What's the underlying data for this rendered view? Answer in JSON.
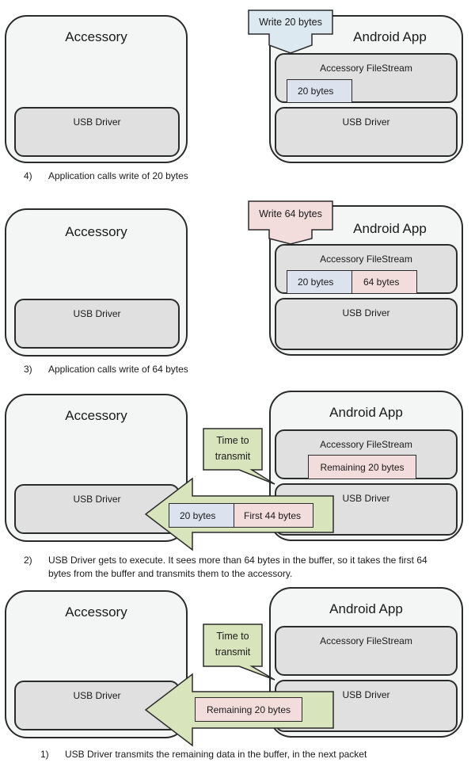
{
  "colors": {
    "outer_fill": "#f4f5f5",
    "inner_fill": "#e0e0e0",
    "write20_fill": "#dce9f0",
    "write64_fill": "#f3dcdc",
    "callout_fill": "#d8e4bc",
    "arrow_fill": "#d8e4bc",
    "chunk_blue": "#dde3ee",
    "chunk_pink": "#f3dcdc",
    "stroke": "#2b2b2b"
  },
  "panels": [
    {
      "step": "4)",
      "caption": "Application calls write of 20 bytes",
      "accessory": {
        "title": "Accessory",
        "driver": "USB Driver"
      },
      "app": {
        "title": "Android App",
        "filestream": "Accessory FileStream",
        "driver": "USB Driver"
      },
      "write_callout": "Write 20 bytes",
      "buffer_chunks": [
        "20 bytes"
      ]
    },
    {
      "step": "3)",
      "caption": "Application calls write of 64 bytes",
      "accessory": {
        "title": "Accessory",
        "driver": "USB Driver"
      },
      "app": {
        "title": "Android App",
        "filestream": "Accessory FileStream",
        "driver": "USB Driver"
      },
      "write_callout": "Write 64 bytes",
      "buffer_chunks": [
        "20 bytes",
        "64 bytes"
      ]
    },
    {
      "step": "2)",
      "caption_line1": "USB Driver gets to execute.  It sees more than 64 bytes in the buffer, so it takes the first 64",
      "caption_line2": "bytes from the buffer and transmits them to the accessory.",
      "accessory": {
        "title": "Accessory",
        "driver": "USB Driver"
      },
      "app": {
        "title": "Android App",
        "filestream": "Accessory FileStream",
        "driver": "USB Driver"
      },
      "time_callout": [
        "Time to",
        "transmit"
      ],
      "buffer_chunks": [
        "Remaining 20 bytes"
      ],
      "packet_chunks": [
        "20 bytes",
        "First 44 bytes"
      ]
    },
    {
      "step": "1)",
      "caption": "USB Driver transmits the remaining data in the buffer, in the next packet",
      "accessory": {
        "title": "Accessory",
        "driver": "USB Driver"
      },
      "app": {
        "title": "Android App",
        "filestream": "Accessory FileStream",
        "driver": "USB Driver"
      },
      "time_callout": [
        "Time to",
        "transmit"
      ],
      "packet_chunks": [
        "Remaining 20 bytes"
      ]
    }
  ]
}
